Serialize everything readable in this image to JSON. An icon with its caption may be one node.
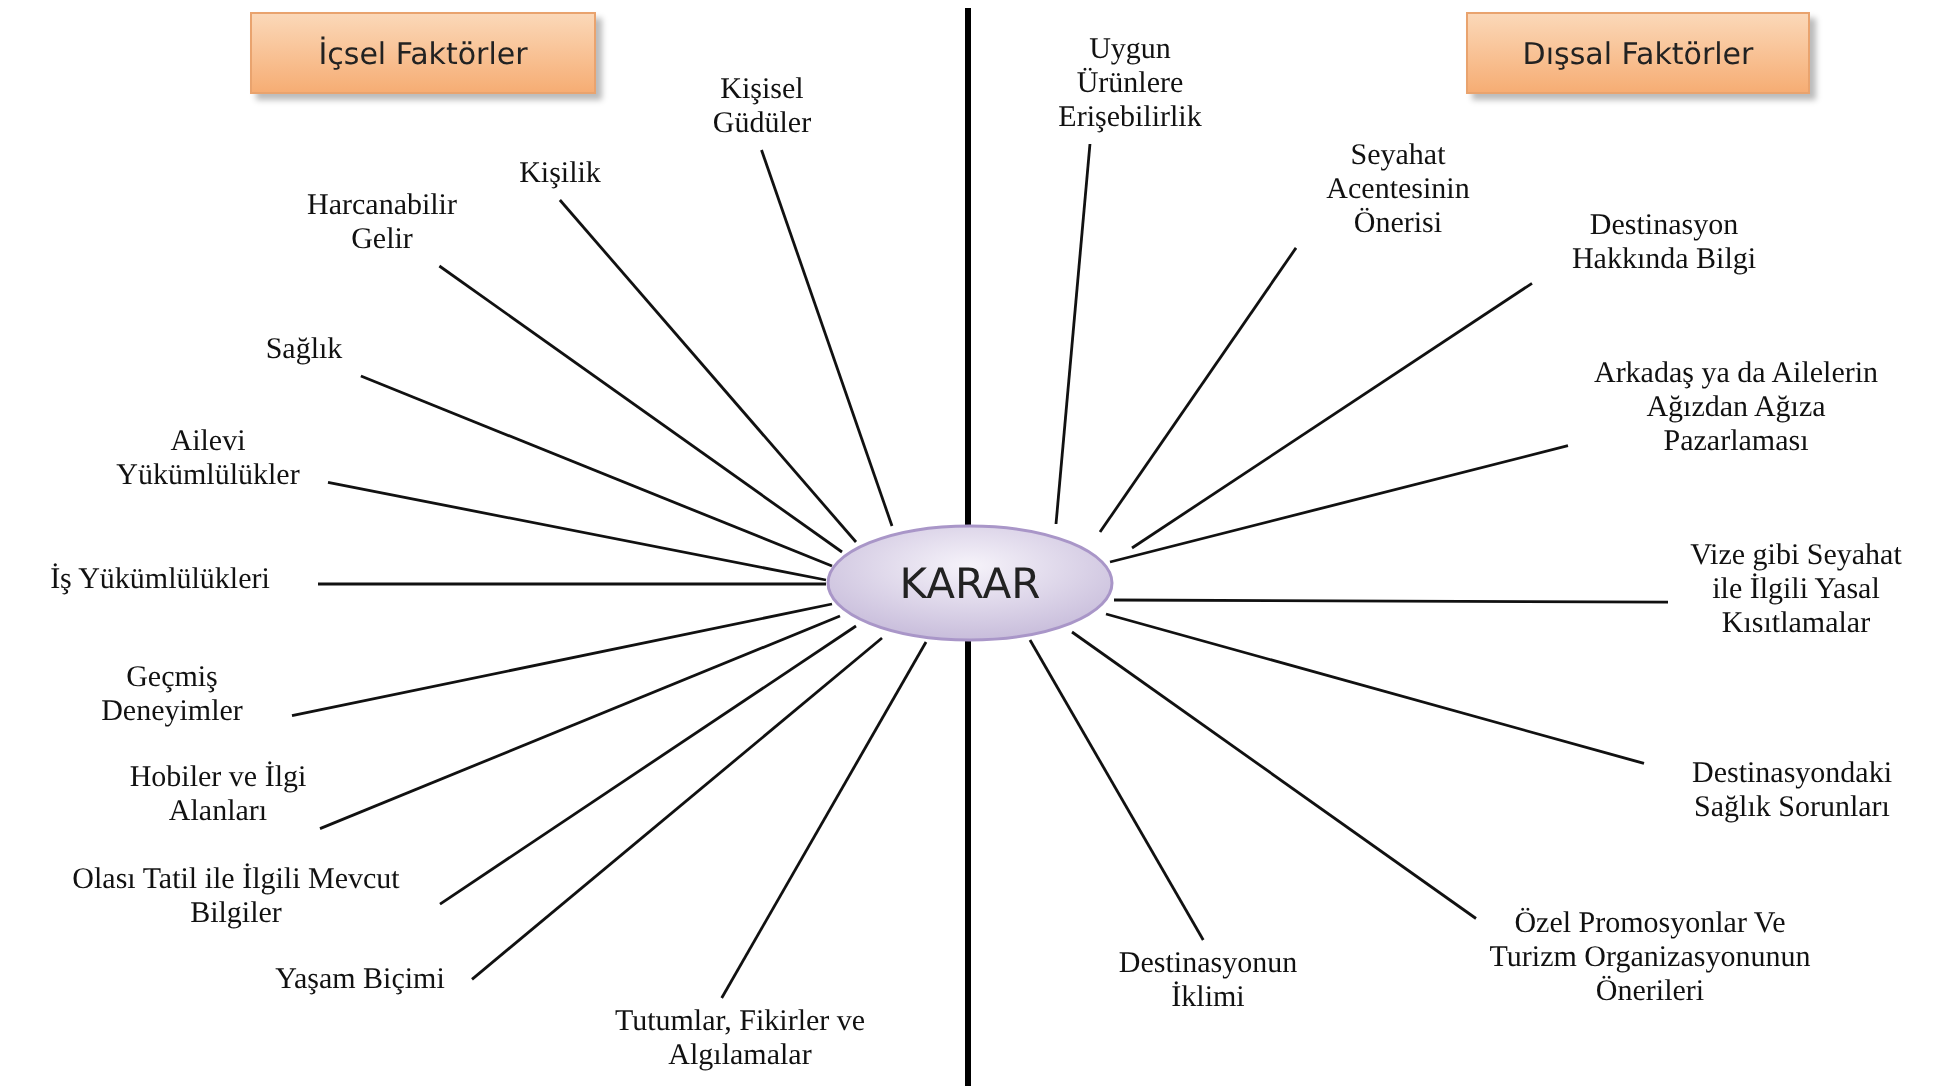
{
  "diagram": {
    "nodes": [
      {
        "text": [
          "İçsel Faktörler"
        ]
      },
      {
        "text": [
          "Dışsal Faktörler"
        ]
      },
      {
        "text": [
          "KARAR"
        ]
      },
      {
        "text": [
          "Kişisel Güdüler"
        ]
      },
      {
        "text": [
          "Kişilik"
        ]
      },
      {
        "text": [
          "Harcanabilir Gelir"
        ]
      },
      {
        "text": [
          "Sağlık"
        ]
      },
      {
        "text": [
          "Ailevi Yükümlülükler"
        ]
      },
      {
        "text": [
          "İş Yükümlülükleri"
        ]
      },
      {
        "text": [
          "Geçmiş Deneyimler"
        ]
      },
      {
        "text": [
          "Hobiler ve İlgi Alanları"
        ]
      },
      {
        "text": [
          "Olası Tatil ile İlgili Mevcut Bilgiler"
        ]
      },
      {
        "text": [
          "Yaşam Biçimi"
        ]
      },
      {
        "text": [
          "Tutumlar, Fikirler ve Algılamalar"
        ]
      },
      {
        "text": [
          "Uygun Ürünlere Erişebilirlik"
        ]
      },
      {
        "text": [
          "Seyahat Acentesinin Önerisi"
        ]
      },
      {
        "text": [
          "Destinasyon Hakkında Bilgi"
        ]
      },
      {
        "text": [
          "Arkadaş ya da Ailelerin Ağızdan Ağıza Pazarlaması"
        ]
      },
      {
        "text": [
          "Vize gibi Seyahat ile İlgili Yasal Kısıtlamalar"
        ]
      },
      {
        "text": [
          "Destinasyondaki Sağlık Sorunları"
        ]
      },
      {
        "text": [
          "Özel Promosyonlar Ve Turizm Organizasyonunun Önerileri"
        ]
      },
      {
        "text": [
          "Destinasyonun İklimi"
        ]
      }
    ],
    "edges": [
      {
        "from": 3,
        "to": 2,
        "arrow": "none"
      },
      {
        "from": 4,
        "to": 2,
        "arrow": "none"
      },
      {
        "from": 5,
        "to": 2,
        "arrow": "none"
      },
      {
        "from": 6,
        "to": 2,
        "arrow": "none"
      },
      {
        "from": 7,
        "to": 2,
        "arrow": "none"
      },
      {
        "from": 8,
        "to": 2,
        "arrow": "none"
      },
      {
        "from": 9,
        "to": 2,
        "arrow": "none"
      },
      {
        "from": 10,
        "to": 2,
        "arrow": "none"
      },
      {
        "from": 11,
        "to": 2,
        "arrow": "none"
      },
      {
        "from": 12,
        "to": 2,
        "arrow": "none"
      },
      {
        "from": 13,
        "to": 2,
        "arrow": "none"
      },
      {
        "from": 14,
        "to": 2,
        "arrow": "none"
      },
      {
        "from": 15,
        "to": 2,
        "arrow": "none"
      },
      {
        "from": 16,
        "to": 2,
        "arrow": "none"
      },
      {
        "from": 17,
        "to": 2,
        "arrow": "none"
      },
      {
        "from": 18,
        "to": 2,
        "arrow": "none"
      },
      {
        "from": 19,
        "to": 2,
        "arrow": "none"
      },
      {
        "from": 20,
        "to": 2,
        "arrow": "none"
      },
      {
        "from": 21,
        "to": 2,
        "arrow": "none"
      }
    ]
  }
}
